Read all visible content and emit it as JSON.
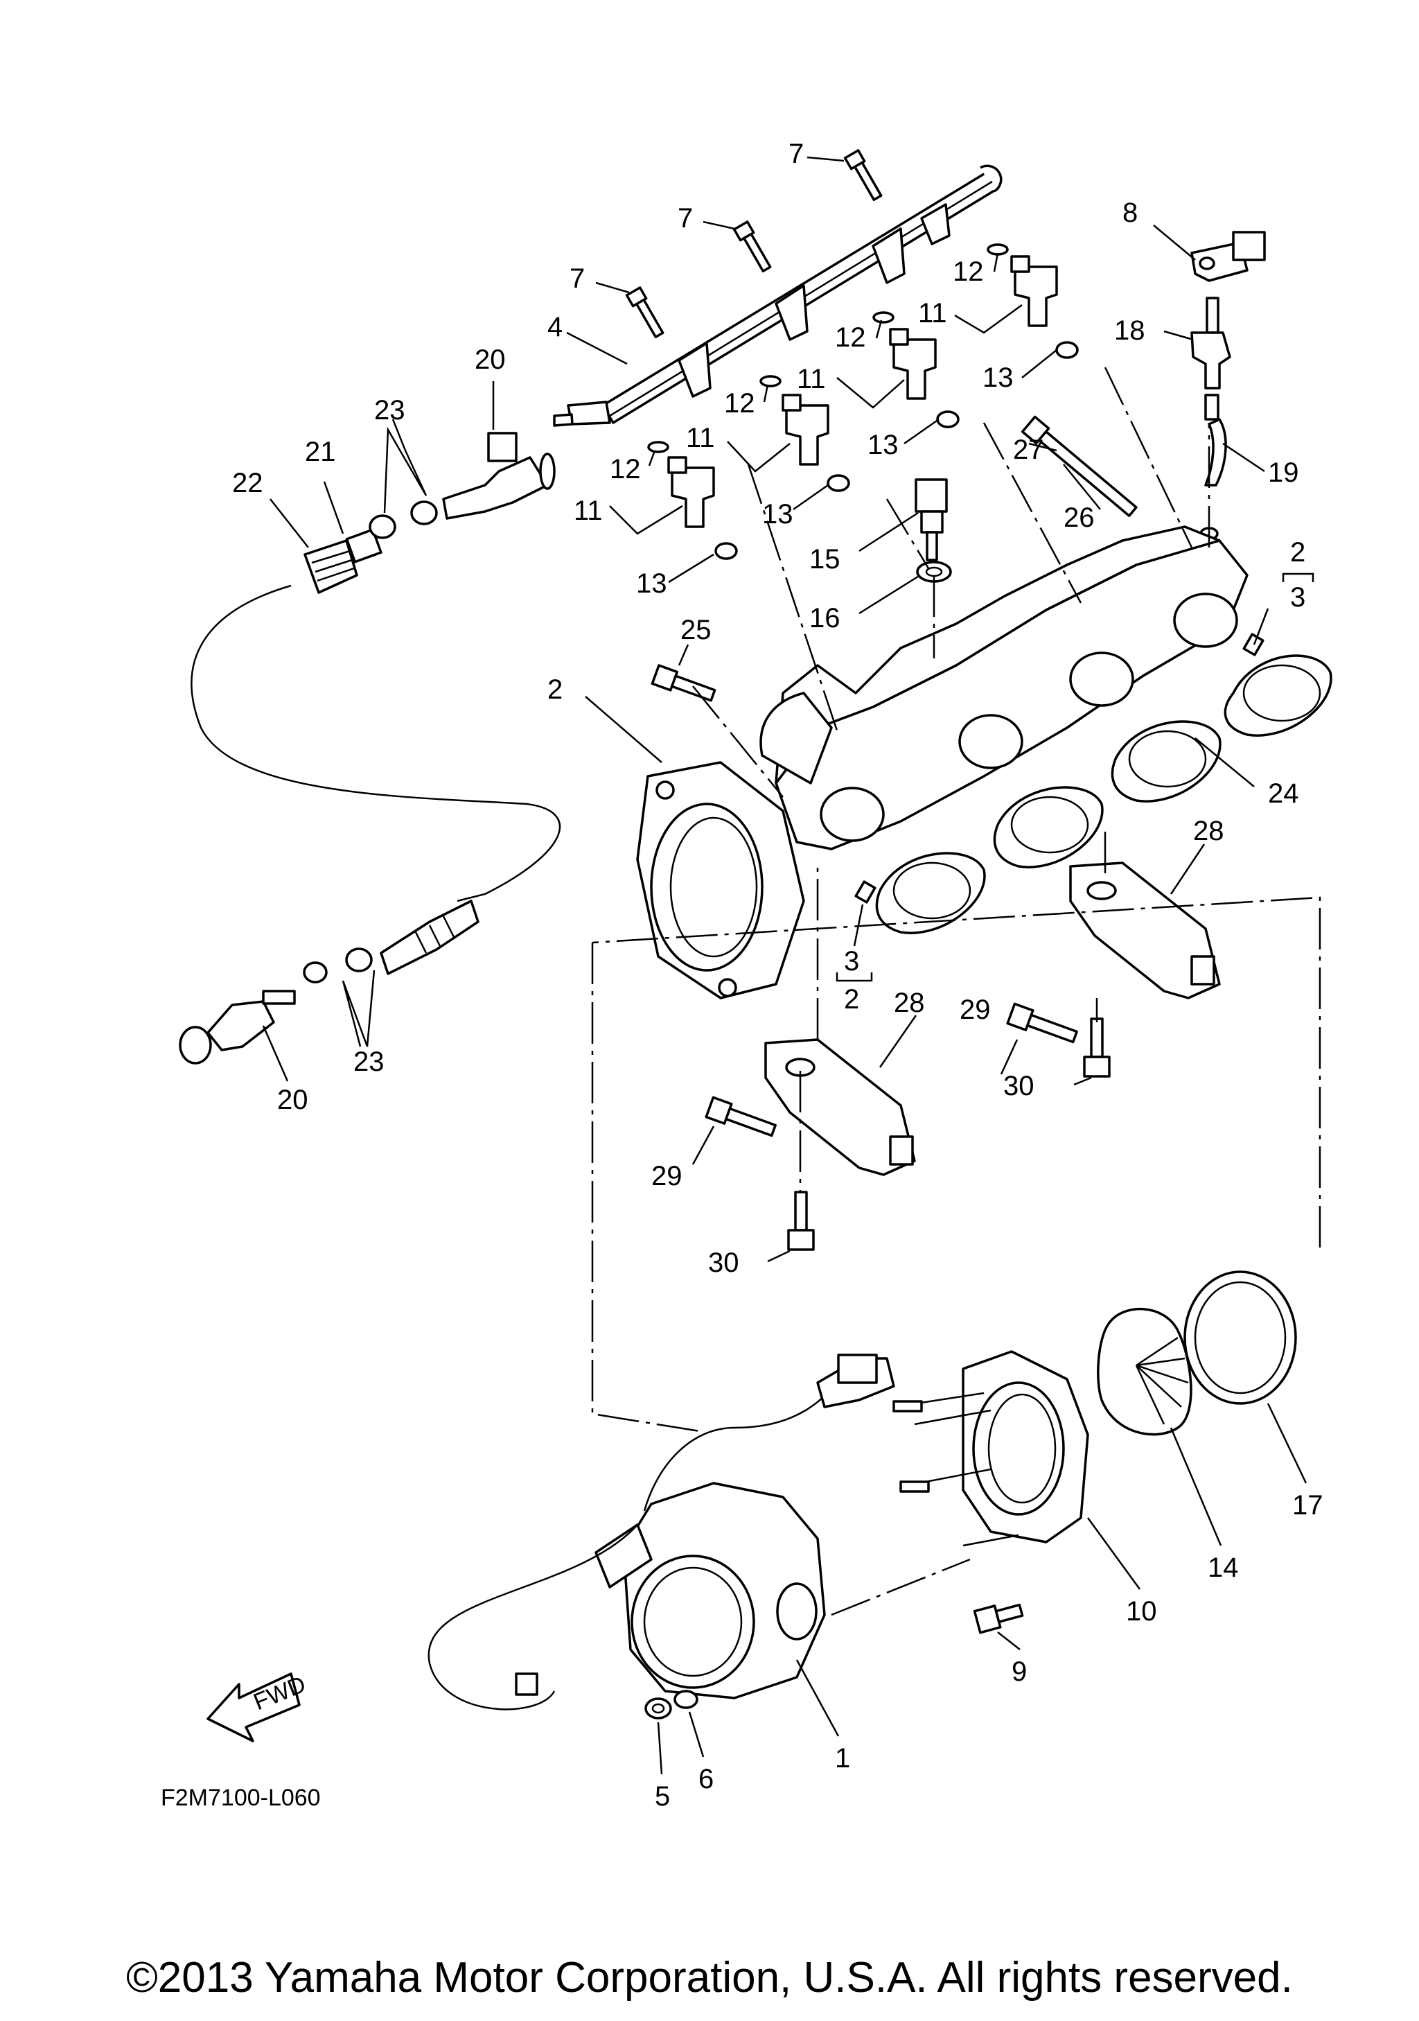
{
  "callouts": [
    {
      "id": "c7a",
      "text": "7"
    },
    {
      "id": "c7b",
      "text": "7"
    },
    {
      "id": "c7c",
      "text": "7"
    },
    {
      "id": "c8",
      "text": "8"
    },
    {
      "id": "c12a",
      "text": "12"
    },
    {
      "id": "c11a",
      "text": "11"
    },
    {
      "id": "c12b",
      "text": "12"
    },
    {
      "id": "c11b",
      "text": "11"
    },
    {
      "id": "c18",
      "text": "18"
    },
    {
      "id": "c4",
      "text": "4"
    },
    {
      "id": "c20a",
      "text": "20"
    },
    {
      "id": "c13a",
      "text": "13"
    },
    {
      "id": "c23a",
      "text": "23"
    },
    {
      "id": "c12c",
      "text": "12"
    },
    {
      "id": "c11c",
      "text": "11"
    },
    {
      "id": "c13b",
      "text": "13"
    },
    {
      "id": "c27",
      "text": "27"
    },
    {
      "id": "c21",
      "text": "21"
    },
    {
      "id": "c22",
      "text": "22"
    },
    {
      "id": "c12d",
      "text": "12"
    },
    {
      "id": "c11d",
      "text": "11"
    },
    {
      "id": "c19",
      "text": "19"
    },
    {
      "id": "c13c",
      "text": "13"
    },
    {
      "id": "c26",
      "text": "26"
    },
    {
      "id": "c15",
      "text": "15"
    },
    {
      "id": "c2a",
      "text": "2"
    },
    {
      "id": "c3a",
      "text": "3"
    },
    {
      "id": "c13d",
      "text": "13"
    },
    {
      "id": "c16",
      "text": "16"
    },
    {
      "id": "c25",
      "text": "25"
    },
    {
      "id": "c2b",
      "text": "2"
    },
    {
      "id": "c24",
      "text": "24"
    },
    {
      "id": "c28a",
      "text": "28"
    },
    {
      "id": "c3b",
      "text": "3"
    },
    {
      "id": "c2c",
      "text": "2"
    },
    {
      "id": "c29a",
      "text": "29"
    },
    {
      "id": "c28b",
      "text": "28"
    },
    {
      "id": "c23b",
      "text": "23"
    },
    {
      "id": "c20b",
      "text": "20"
    },
    {
      "id": "c30a",
      "text": "30"
    },
    {
      "id": "c29b",
      "text": "29"
    },
    {
      "id": "c30b",
      "text": "30"
    },
    {
      "id": "c17",
      "text": "17"
    },
    {
      "id": "c14",
      "text": "14"
    },
    {
      "id": "c10",
      "text": "10"
    },
    {
      "id": "c9",
      "text": "9"
    },
    {
      "id": "c1",
      "text": "1"
    },
    {
      "id": "c6",
      "text": "6"
    },
    {
      "id": "c5",
      "text": "5"
    }
  ],
  "fwd_label": "FWD",
  "diagram_code": "F2M7100-L060",
  "copyright": "©2013 Yamaha Motor Corporation, U.S.A. All rights reserved."
}
